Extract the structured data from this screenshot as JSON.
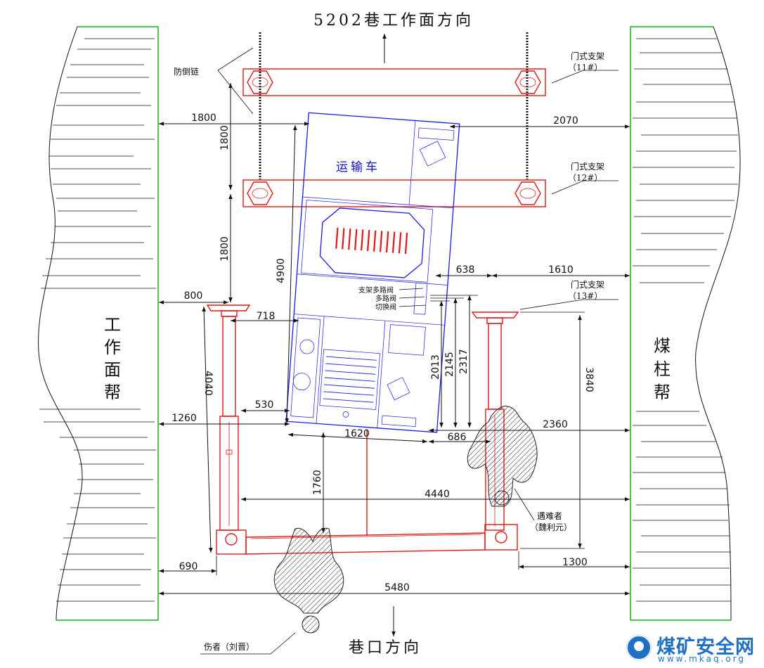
{
  "header": {
    "top_direction": "5202巷工作面方向",
    "bottom_direction": "巷口方向"
  },
  "walls": {
    "left": "工作面帮",
    "right": "煤柱帮"
  },
  "labels": {
    "anti_fall_chain": "防倒链",
    "support_11_name": "门式支架",
    "support_11_num": "（11#）",
    "support_12_name": "门式支架",
    "support_12_num": "（12#）",
    "support_13_name": "门式支架",
    "support_13_num": "（13#）",
    "vehicle": "运输车",
    "valve_support_multi": "支架多路阀",
    "valve_multi": "多路阀",
    "valve_switch": "切换阀",
    "victim_title": "遇难者",
    "victim_name": "（魏利元）",
    "injured": "伤者（刘晋）"
  },
  "dimensions": {
    "d1800_top": "1800",
    "d1800_v1": "1800",
    "d1800_v2": "1800",
    "d2070": "2070",
    "d4900": "4900",
    "d638": "638",
    "d1610": "1610",
    "d800": "800",
    "d718": "718",
    "d2013": "2013",
    "d2145": "2145",
    "d2317": "2317",
    "d3840": "3840",
    "d4040": "4040",
    "d530": "530",
    "d1260": "1260",
    "d2360": "2360",
    "d1620": "1620",
    "d686": "686",
    "d1760": "1760",
    "d4440": "4440",
    "d690": "690",
    "d1300": "1300",
    "d5480": "5480"
  },
  "colors": {
    "vehicle": "#1a1ae6",
    "support": "#e01818",
    "wall_edge": "#17b217",
    "logo": "#1f6fc2"
  },
  "logo": {
    "name": "煤矿安全网",
    "url": "www.mkaq.org"
  }
}
